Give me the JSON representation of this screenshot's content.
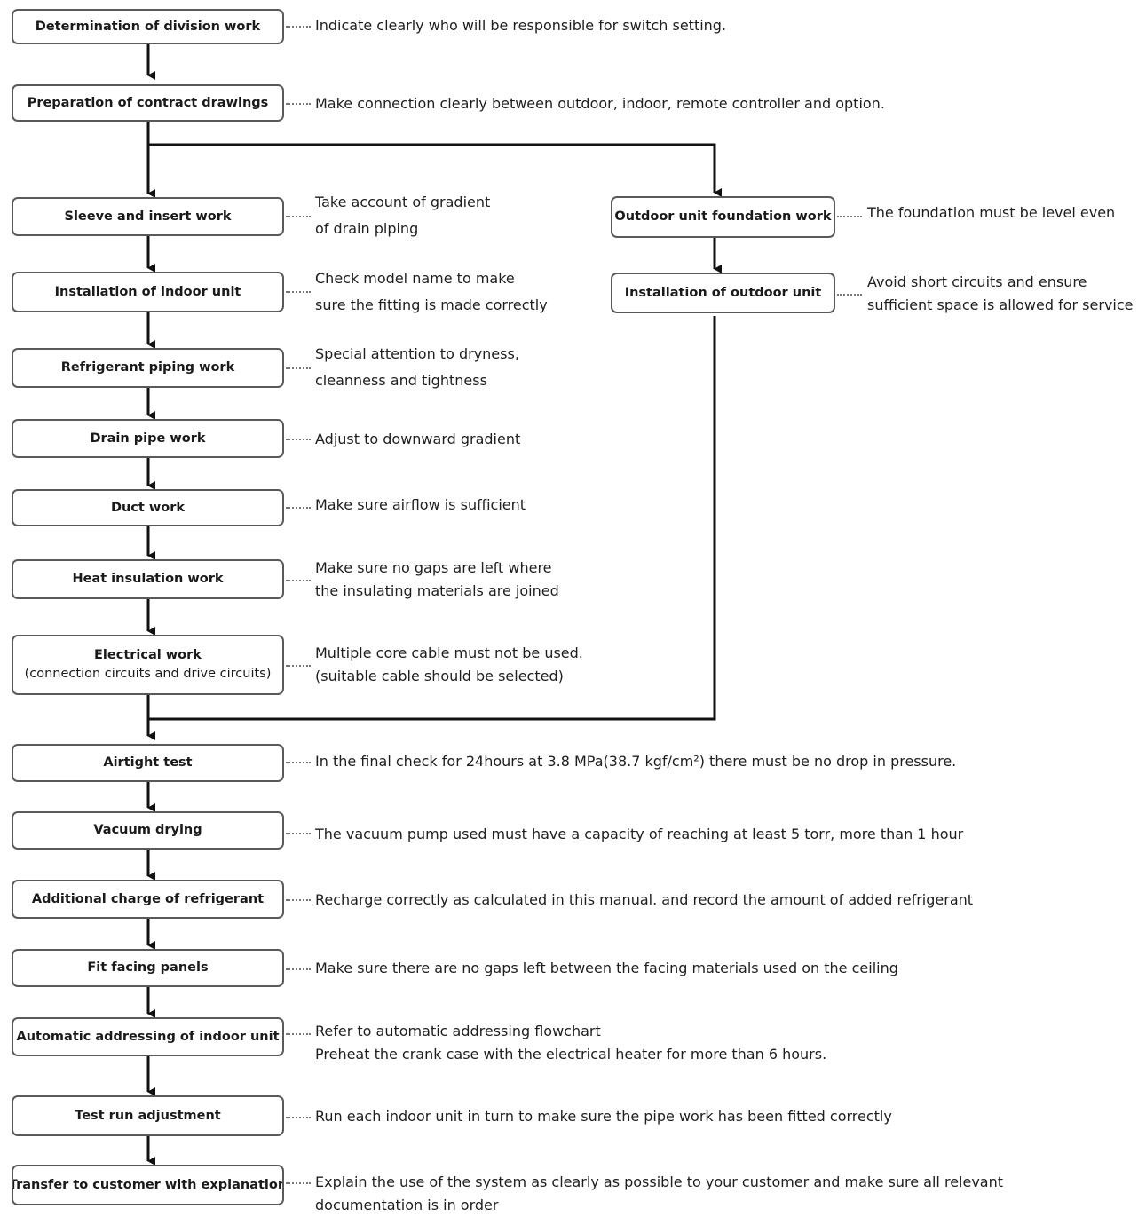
{
  "steps": {
    "division": "Determination of division work",
    "contract": "Preparation of contract drawings",
    "sleeve": "Sleeve and insert work",
    "indoor_install": "Installation of indoor unit",
    "refrigerant_piping": "Refrigerant piping work",
    "drain": "Drain pipe work",
    "duct": "Duct work",
    "heat_insulation": "Heat insulation work",
    "electrical_line1": "Electrical work",
    "electrical_line2": "(connection circuits and drive circuits)",
    "outdoor_foundation": "Outdoor unit foundation work",
    "outdoor_install": "Installation of outdoor unit",
    "airtight": "Airtight test",
    "vacuum": "Vacuum drying",
    "charge": "Additional charge of refrigerant",
    "facing": "Fit facing panels",
    "addressing": "Automatic addressing of indoor unit",
    "testrun": "Test run adjustment",
    "transfer": "Transfer to customer with explanation"
  },
  "notes": {
    "division": "Indicate clearly who will be responsible for switch setting.",
    "contract": "Make connection clearly between outdoor, indoor, remote controller and option.",
    "sleeve_1": "Take account of gradient",
    "sleeve_2": "of drain piping",
    "indoor_1": "Check model name to make",
    "indoor_2": "sure the fitting is made correctly",
    "refrigerant_1": "Special attention to dryness,",
    "refrigerant_2": "cleanness and tightness",
    "drain": "Adjust to downward gradient",
    "duct": "Make sure airflow is sufficient",
    "heat_1": "Make sure no gaps are left where",
    "heat_2": "the insulating materials are joined",
    "electrical_1": "Multiple core cable must not be used.",
    "electrical_2": "(suitable cable should be selected)",
    "foundation": "The foundation must be level even",
    "outdoor_1": "Avoid short circuits and ensure",
    "outdoor_2": "sufficient space is allowed for service",
    "airtight": "In the final check for 24hours at 3.8 MPa(38.7 kgf/cm²) there must be no drop in pressure.",
    "vacuum": "The vacuum pump used must have a capacity of reaching at least 5 torr, more than 1 hour",
    "charge": "Recharge correctly as calculated in this manual. and record the amount of added refrigerant",
    "facing": "Make sure there are no gaps left between the facing materials used on the ceiling",
    "addressing_1": "Refer to automatic addressing flowchart",
    "addressing_2": "Preheat the crank case with the electrical  heater for more than 6 hours.",
    "testrun": "Run each indoor unit in turn to make sure the pipe work has been fitted correctly",
    "transfer_1": "Explain the use of the system as clearly as possible to your customer and make sure all relevant",
    "transfer_2": "documentation is in order"
  }
}
